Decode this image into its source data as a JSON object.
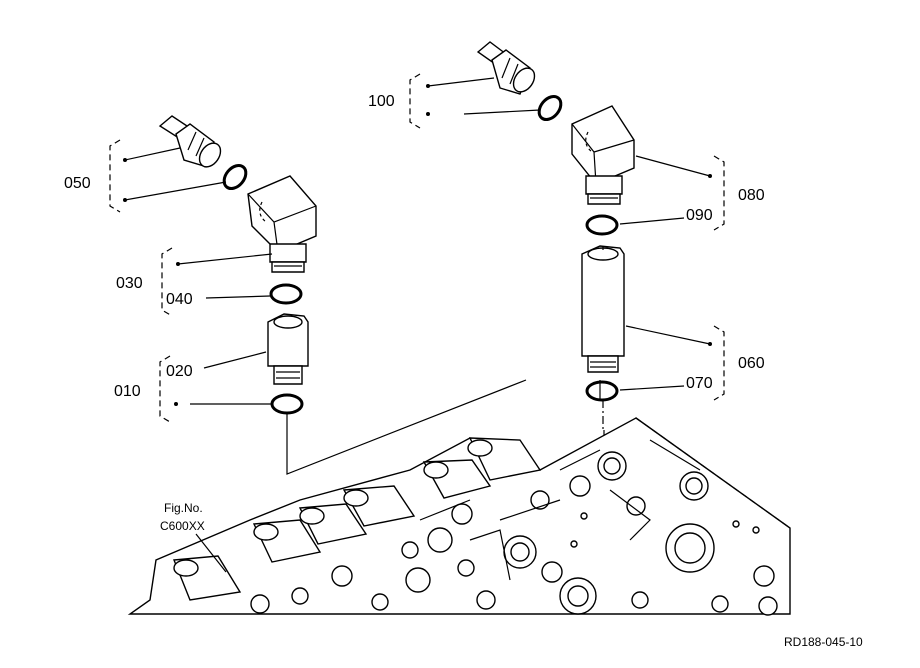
{
  "diagram": {
    "callouts": {
      "c010": "010",
      "c020": "020",
      "c030": "030",
      "c040": "040",
      "c050": "050",
      "c060": "060",
      "c070": "070",
      "c080": "080",
      "c090": "090",
      "c100": "100"
    },
    "fig_label": "Fig.No.",
    "fig_code": "C600XX",
    "drawing_ref": "RD188-045-10"
  }
}
